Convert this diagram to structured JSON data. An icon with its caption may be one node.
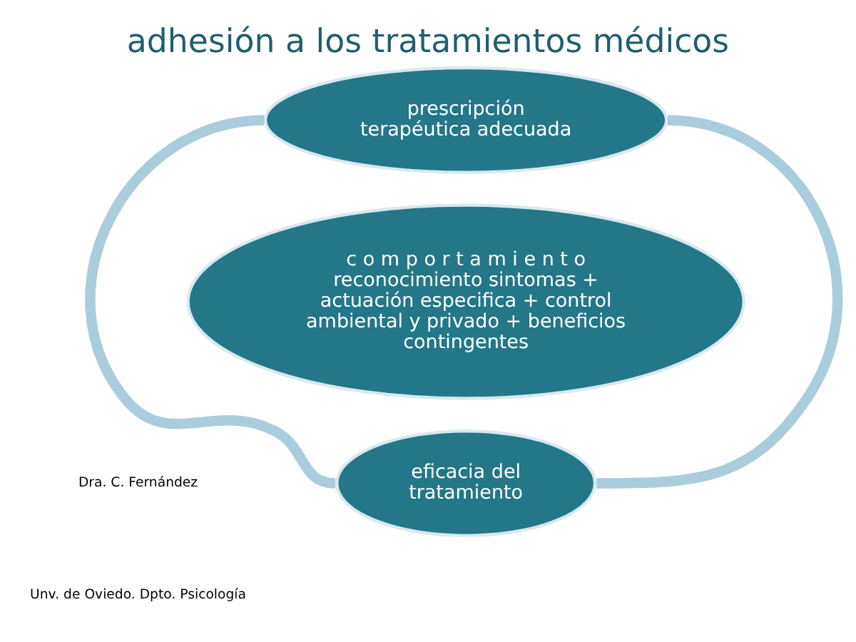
{
  "diagram": {
    "title": "adhesión a los tratamientos médicos",
    "nodes": [
      {
        "text": [
          "prescripción terapéutica adecuada"
        ]
      },
      {
        "text": [
          "c o m p o r t a m i e n t o",
          "reconocimiento sintomas + actuación especifica + control ambiental y privado + beneficios contingentes"
        ]
      },
      {
        "text": [
          "eficacia del tratamiento"
        ]
      }
    ],
    "edges": [
      {
        "from": 0,
        "to": 2,
        "arrow": "none",
        "color": "#a9cddb"
      },
      {
        "from": 0,
        "to": 2,
        "arrow": "none",
        "color": "#a9cddb"
      }
    ],
    "labels": [
      "Dra. C. Fernández",
      "Unv. de Oviedo. Dpto. Psicología"
    ]
  }
}
